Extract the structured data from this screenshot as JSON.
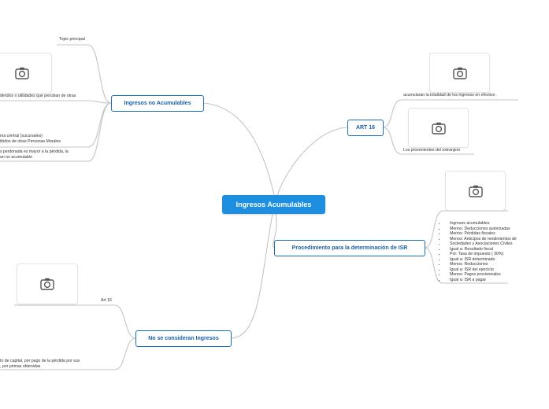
{
  "central": {
    "label": "Ingresos Acumulables"
  },
  "topics": {
    "no_acumulables": "Ingresos no Acumulables",
    "art16": "ART 16",
    "procedimiento": "Procedimiento para la determinación de ISR",
    "no_ingresos": "No se consideran Ingresos"
  },
  "no_acumulables_children": {
    "topic_principal": "Topic principal",
    "dividendos": "dendos o utilidades que perciban de otras",
    "central_line1": "ma central (sucursales)",
    "central_line2": "ibidos de otras Personas Morales",
    "perdida_line1": "s pentonada es mayor a la pérdida, la",
    "perdida_line2": "an no acumulable"
  },
  "art16_children": {
    "acumularan": "acumularán la totalidad de los ingresos en efectivo",
    "provenientes": "Los provenientes del extranjero"
  },
  "procedimiento_children": {
    "items": [
      "Ingresos acumulables",
      "Menos: Deducciones autorizadas",
      "Menos: Pérdidas fiscales",
      "Menos: Anticipos de rendimientos de",
      "Sociedades y Asociaciones Civiles",
      "Igual a: Resultado fiscal",
      "Por: Tasa de impuesto ( 30%)",
      "Igual a: ISR determinado",
      "Menos: Reducciones",
      "Igual a: ISR del ejercicio",
      "Menos: Pagos provisionales",
      "Igual a: ISR a pagar"
    ]
  },
  "no_ingresos_children": {
    "art16": "Art 16",
    "capital_line1": "to de capital, por pago de la pérdida por sus",
    "capital_line2": ", por primas obtenidas"
  },
  "icons": [
    "camera-icon"
  ],
  "colors": {
    "central_bg": "#1e8fe0",
    "topic_border": "#1a6fb8",
    "link": "#c8c8c8"
  }
}
